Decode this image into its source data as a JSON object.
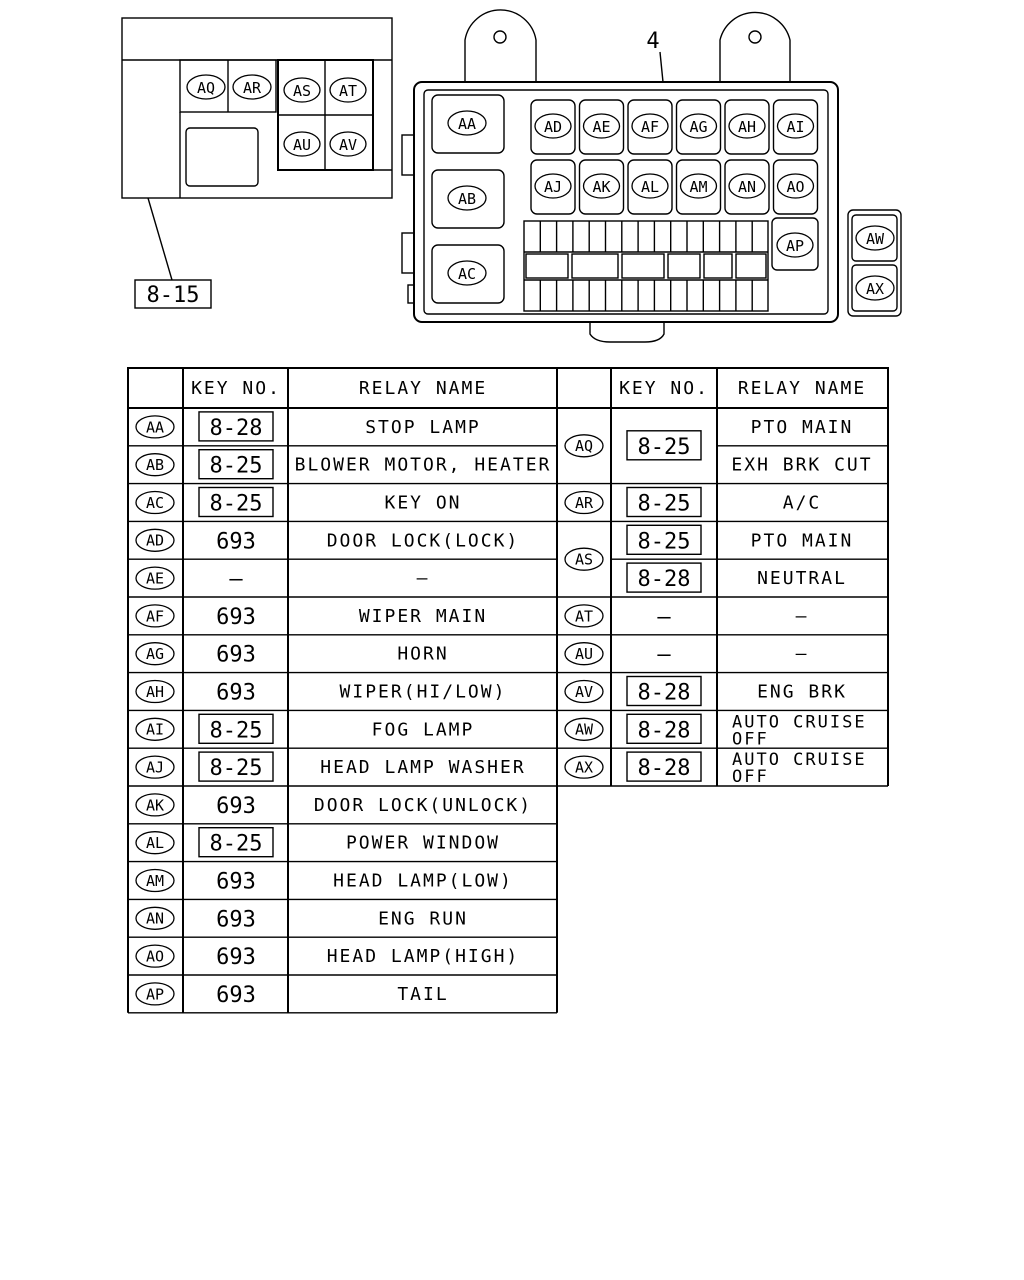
{
  "diagram": {
    "callout_main": "4",
    "callout_ref": "8-15",
    "main_box": {
      "large_sockets": [
        "AA",
        "AB",
        "AC"
      ],
      "row1": [
        "AD",
        "AE",
        "AF",
        "AG",
        "AH",
        "AI"
      ],
      "row2": [
        "AJ",
        "AK",
        "AL",
        "AM",
        "AN",
        "AO"
      ],
      "side_socket": "AP",
      "external": [
        "AW",
        "AX"
      ]
    },
    "sub_box": {
      "top": [
        "AQ",
        "AR"
      ],
      "group_top": [
        "AS",
        "AT"
      ],
      "group_bottom": [
        "AU",
        "AV"
      ]
    }
  },
  "table": {
    "headers": {
      "key_no": "KEY NO.",
      "relay_name": "RELAY NAME"
    },
    "left_rows": [
      {
        "code": "AA",
        "key": "8-28",
        "boxed": true,
        "name": "STOP LAMP"
      },
      {
        "code": "AB",
        "key": "8-25",
        "boxed": true,
        "name": "BLOWER MOTOR, HEATER"
      },
      {
        "code": "AC",
        "key": "8-25",
        "boxed": true,
        "name": "KEY ON"
      },
      {
        "code": "AD",
        "key": "693",
        "boxed": false,
        "name": "DOOR LOCK(LOCK)"
      },
      {
        "code": "AE",
        "key": "—",
        "boxed": false,
        "name": "—"
      },
      {
        "code": "AF",
        "key": "693",
        "boxed": false,
        "name": "WIPER MAIN"
      },
      {
        "code": "AG",
        "key": "693",
        "boxed": false,
        "name": "HORN"
      },
      {
        "code": "AH",
        "key": "693",
        "boxed": false,
        "name": "WIPER(HI/LOW)"
      },
      {
        "code": "AI",
        "key": "8-25",
        "boxed": true,
        "name": "FOG LAMP"
      },
      {
        "code": "AJ",
        "key": "8-25",
        "boxed": true,
        "name": "HEAD LAMP WASHER"
      },
      {
        "code": "AK",
        "key": "693",
        "boxed": false,
        "name": "DOOR LOCK(UNLOCK)"
      },
      {
        "code": "AL",
        "key": "8-25",
        "boxed": true,
        "name": "POWER WINDOW"
      },
      {
        "code": "AM",
        "key": "693",
        "boxed": false,
        "name": "HEAD LAMP(LOW)"
      },
      {
        "code": "AN",
        "key": "693",
        "boxed": false,
        "name": "ENG RUN"
      },
      {
        "code": "AO",
        "key": "693",
        "boxed": false,
        "name": "HEAD LAMP(HIGH)"
      },
      {
        "code": "AP",
        "key": "693",
        "boxed": false,
        "name": "TAIL"
      }
    ],
    "right_rows": [
      {
        "code": "AQ",
        "span": 2,
        "keys": [
          {
            "key": "8-25",
            "boxed": true
          }
        ],
        "names": [
          "PTO MAIN",
          "EXH BRK CUT"
        ]
      },
      {
        "code": "AR",
        "span": 1,
        "keys": [
          {
            "key": "8-25",
            "boxed": true
          }
        ],
        "names": [
          "A/C"
        ]
      },
      {
        "code": "AS",
        "span": 2,
        "keys": [
          {
            "key": "8-25",
            "boxed": true
          },
          {
            "key": "8-28",
            "boxed": true
          }
        ],
        "names": [
          "PTO MAIN",
          "NEUTRAL"
        ]
      },
      {
        "code": "AT",
        "span": 1,
        "keys": [
          {
            "key": "—",
            "boxed": false
          }
        ],
        "names": [
          "—"
        ]
      },
      {
        "code": "AU",
        "span": 1,
        "keys": [
          {
            "key": "—",
            "boxed": false
          }
        ],
        "names": [
          "—"
        ]
      },
      {
        "code": "AV",
        "span": 1,
        "keys": [
          {
            "key": "8-28",
            "boxed": true
          }
        ],
        "names": [
          "ENG BRK"
        ]
      },
      {
        "code": "AW",
        "span": 1,
        "keys": [
          {
            "key": "8-28",
            "boxed": true
          }
        ],
        "names": [
          "AUTO CRUISE OFF"
        ]
      },
      {
        "code": "AX",
        "span": 1,
        "keys": [
          {
            "key": "8-28",
            "boxed": true
          }
        ],
        "names": [
          "AUTO CRUISE OFF"
        ]
      }
    ]
  }
}
